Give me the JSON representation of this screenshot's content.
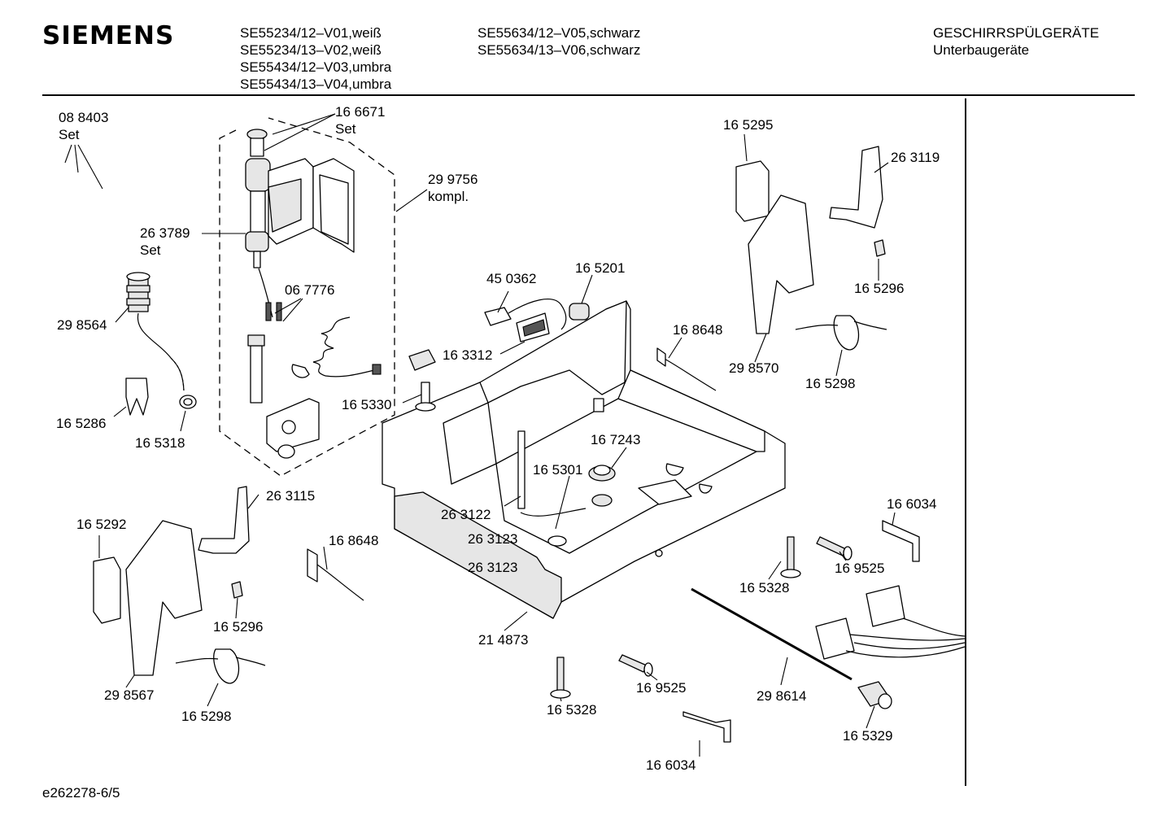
{
  "header": {
    "brand": "SIEMENS",
    "models_col1": [
      "SE55234/12–V01,weiß",
      "SE55234/13–V02,weiß",
      "SE55434/12–V03,umbra",
      "SE55434/13–V04,umbra"
    ],
    "models_col2": [
      "SE55634/12–V05,schwarz",
      "SE55634/13–V06,schwarz"
    ],
    "category": "GESCHIRRSPÜLGERÄTE",
    "subcategory": "Unterbaugeräte"
  },
  "footer": {
    "drawing_id": "e262278-6/5"
  },
  "callouts": [
    {
      "id": "c01",
      "lines": [
        "08 8403",
        "Set"
      ]
    },
    {
      "id": "c02",
      "lines": [
        "16 6671",
        "Set"
      ]
    },
    {
      "id": "c03",
      "lines": [
        "29 9756",
        "kompl."
      ]
    },
    {
      "id": "c04",
      "lines": [
        "26 3789",
        "Set"
      ]
    },
    {
      "id": "c05",
      "lines": [
        "06 7776"
      ]
    },
    {
      "id": "c06",
      "lines": [
        "29 8564"
      ]
    },
    {
      "id": "c07",
      "lines": [
        "16 5286"
      ]
    },
    {
      "id": "c08",
      "lines": [
        "16 5318"
      ]
    },
    {
      "id": "c09",
      "lines": [
        "45 0362"
      ]
    },
    {
      "id": "c10",
      "lines": [
        "16 5201"
      ]
    },
    {
      "id": "c11",
      "lines": [
        "16 3312"
      ]
    },
    {
      "id": "c12",
      "lines": [
        "16 5330"
      ]
    },
    {
      "id": "c13",
      "lines": [
        "16 5295"
      ]
    },
    {
      "id": "c14",
      "lines": [
        "26 3119"
      ]
    },
    {
      "id": "c15",
      "lines": [
        "16 5296"
      ]
    },
    {
      "id": "c16",
      "lines": [
        "16 8648"
      ]
    },
    {
      "id": "c17",
      "lines": [
        "29 8570"
      ]
    },
    {
      "id": "c18",
      "lines": [
        "16 5298"
      ]
    },
    {
      "id": "c19",
      "lines": [
        "16 7243"
      ]
    },
    {
      "id": "c20",
      "lines": [
        "16 5301"
      ]
    },
    {
      "id": "c21",
      "lines": [
        "26 3122"
      ]
    },
    {
      "id": "c22",
      "lines": [
        "26 3123"
      ]
    },
    {
      "id": "c23",
      "lines": [
        "26 3123"
      ]
    },
    {
      "id": "c24",
      "lines": [
        "26 3115"
      ]
    },
    {
      "id": "c25",
      "lines": [
        "16 5292"
      ]
    },
    {
      "id": "c26",
      "lines": [
        "16 8648"
      ]
    },
    {
      "id": "c27",
      "lines": [
        "16 5296"
      ]
    },
    {
      "id": "c28",
      "lines": [
        "29 8567"
      ]
    },
    {
      "id": "c29",
      "lines": [
        "16 5298"
      ]
    },
    {
      "id": "c30",
      "lines": [
        "21 4873"
      ]
    },
    {
      "id": "c31",
      "lines": [
        "16 5328"
      ]
    },
    {
      "id": "c32",
      "lines": [
        "16 9525"
      ]
    },
    {
      "id": "c33",
      "lines": [
        "16 6034"
      ]
    },
    {
      "id": "c34",
      "lines": [
        "16 5328"
      ]
    },
    {
      "id": "c35",
      "lines": [
        "16 9525"
      ]
    },
    {
      "id": "c36",
      "lines": [
        "16 6034"
      ]
    },
    {
      "id": "c37",
      "lines": [
        "29 8614"
      ]
    },
    {
      "id": "c38",
      "lines": [
        "16 5329"
      ]
    }
  ]
}
